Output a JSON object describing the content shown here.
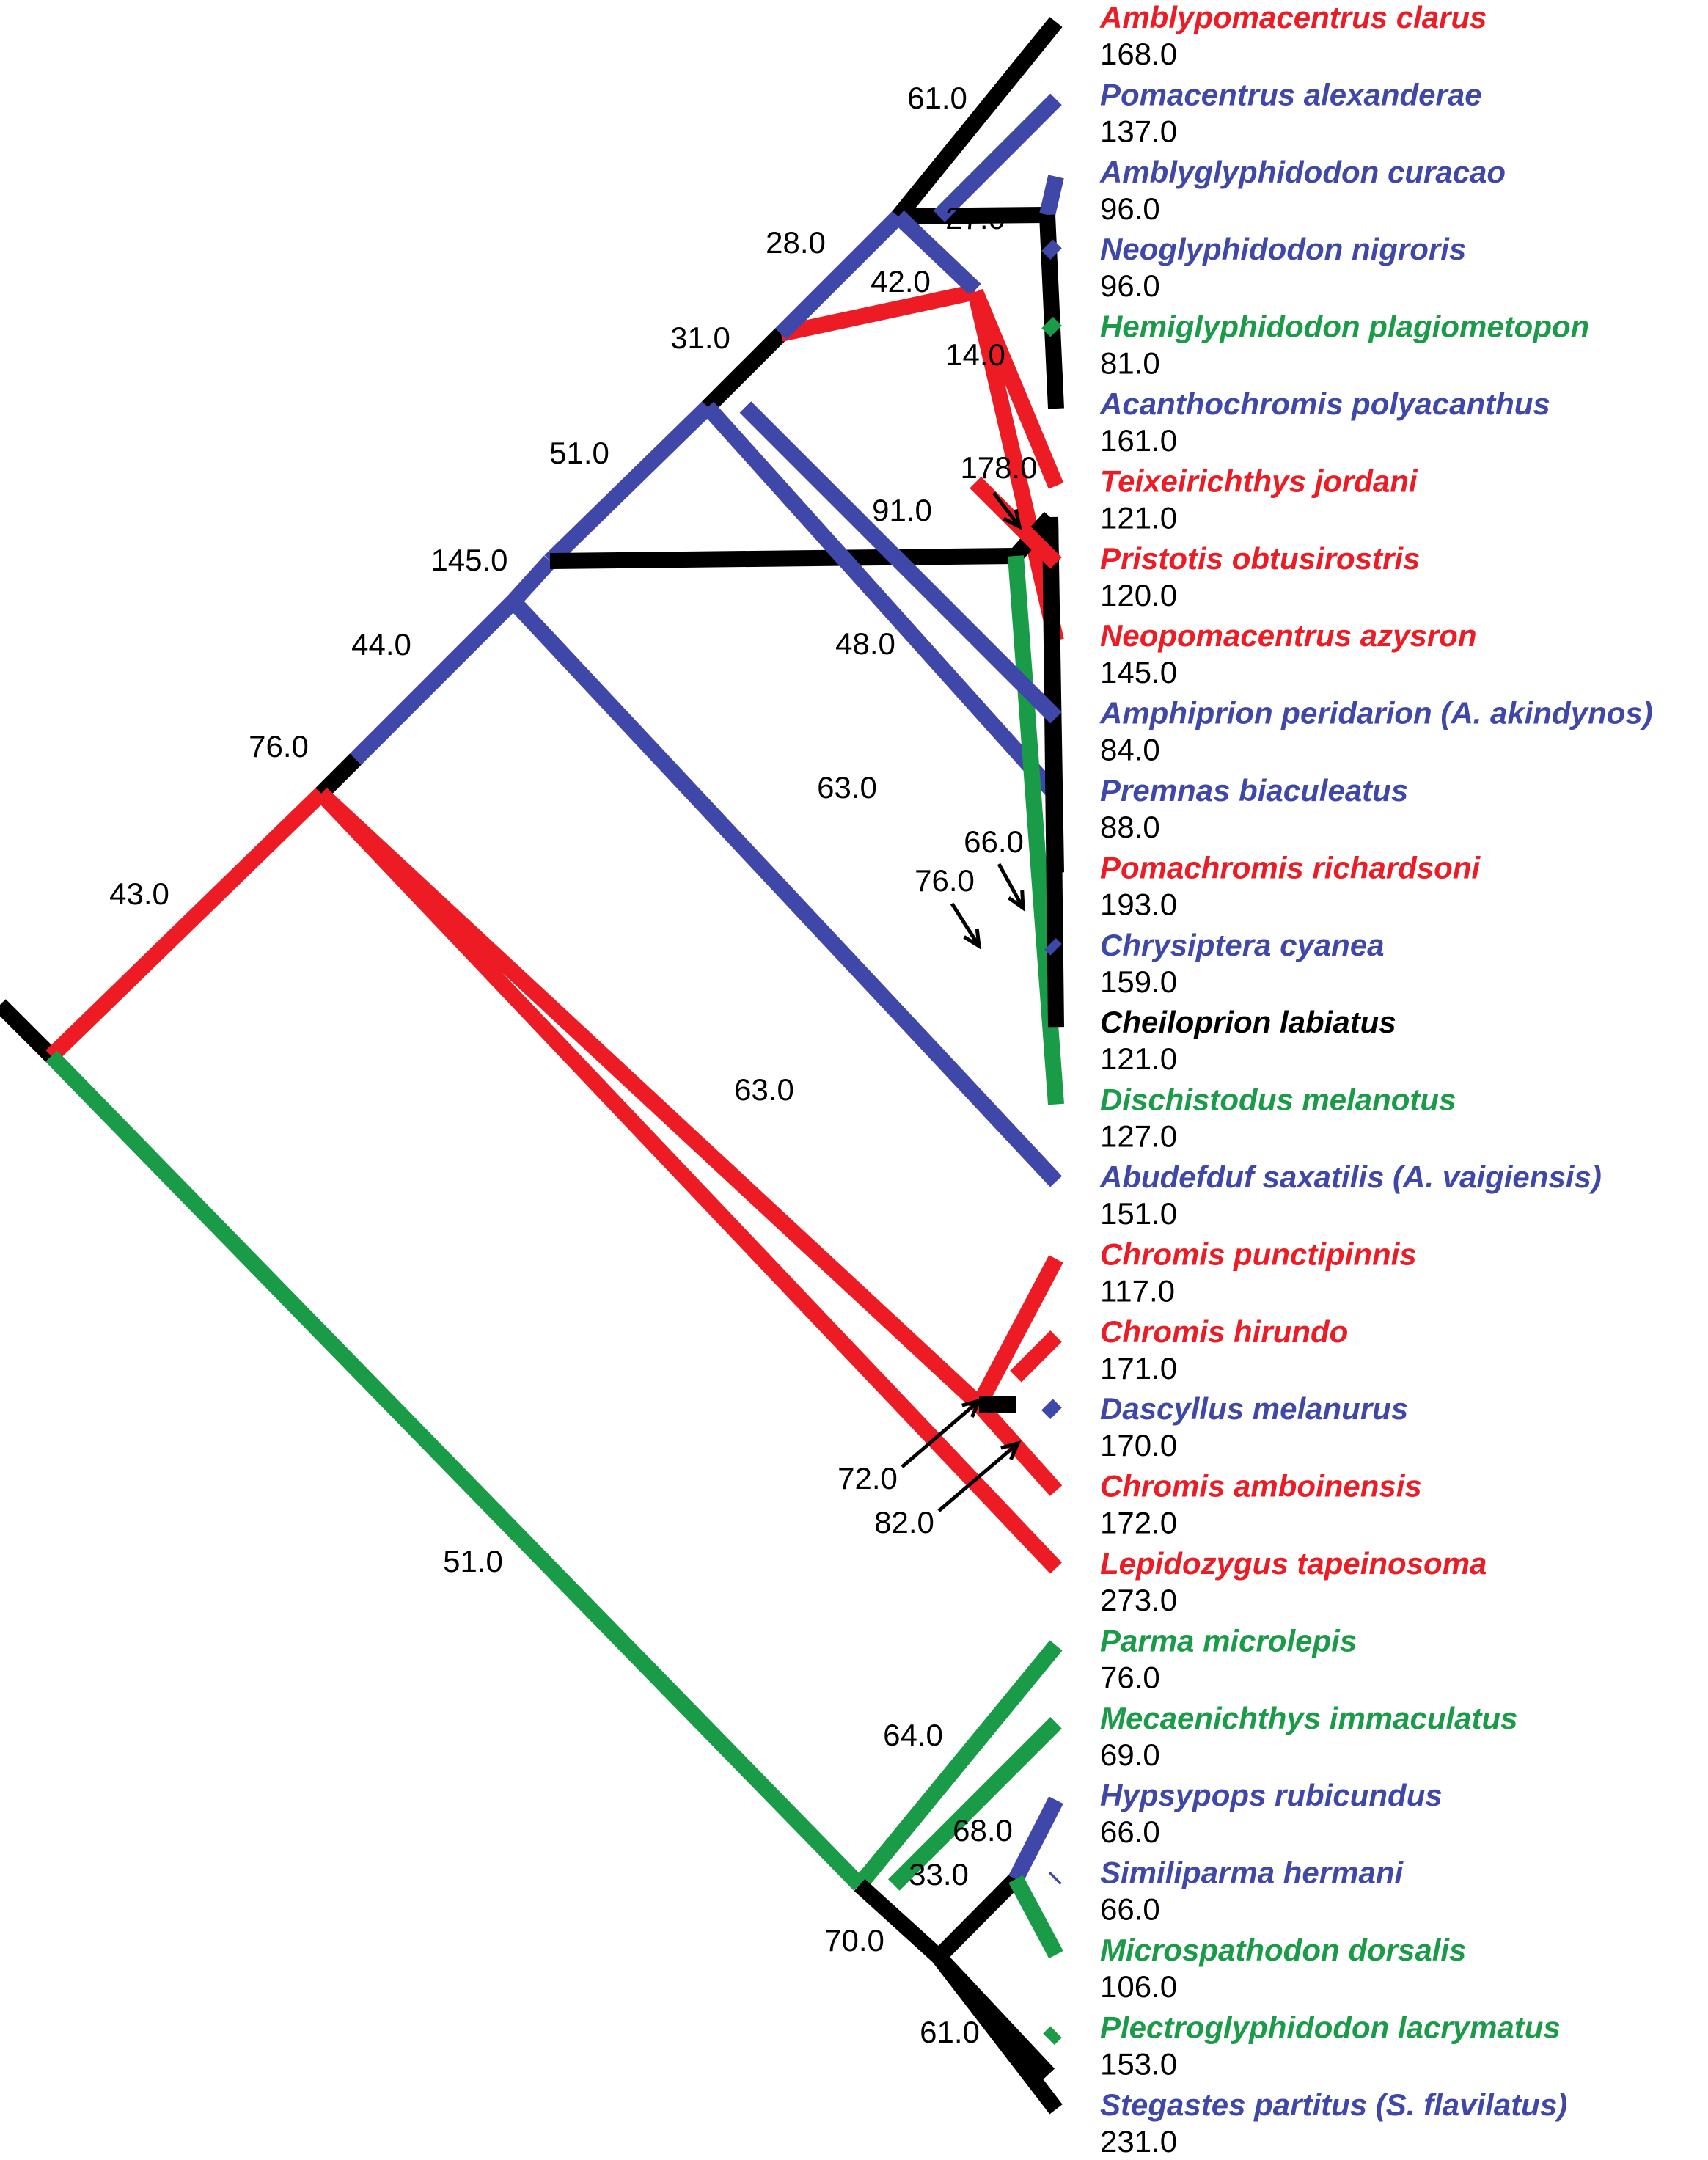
{
  "colors": {
    "red": "#ed1c24",
    "blue": "#3f48a8",
    "green": "#1a9b48",
    "black": "#000000"
  },
  "taxa": [
    {
      "name": "Amblypomacentrus clarus",
      "value": "168.0",
      "color": "red"
    },
    {
      "name": "Pomacentrus alexanderae",
      "value": "137.0",
      "color": "blue"
    },
    {
      "name": "Amblyglyphidodon curacao",
      "value": "96.0",
      "color": "blue"
    },
    {
      "name": "Neoglyphidodon nigroris",
      "value": "96.0",
      "color": "blue"
    },
    {
      "name": "Hemiglyphidodon plagiometopon",
      "value": "81.0",
      "color": "green"
    },
    {
      "name": "Acanthochromis polyacanthus",
      "value": "161.0",
      "color": "blue"
    },
    {
      "name": "Teixeirichthys jordani",
      "value": "121.0",
      "color": "red"
    },
    {
      "name": "Pristotis obtusirostris",
      "value": "120.0",
      "color": "red"
    },
    {
      "name": "Neopomacentrus azysron",
      "value": "145.0",
      "color": "red"
    },
    {
      "name": "Amphiprion peridarion (A. akindynos)",
      "value": "84.0",
      "color": "blue"
    },
    {
      "name": "Premnas biaculeatus",
      "value": "88.0",
      "color": "blue"
    },
    {
      "name": "Pomachromis richardsoni",
      "value": "193.0",
      "color": "red"
    },
    {
      "name": "Chrysiptera cyanea",
      "value": "159.0",
      "color": "blue"
    },
    {
      "name": "Cheiloprion labiatus",
      "value": "121.0",
      "color": "black"
    },
    {
      "name": "Dischistodus melanotus",
      "value": "127.0",
      "color": "green"
    },
    {
      "name": "Abudefduf saxatilis (A. vaigiensis)",
      "value": "151.0",
      "color": "blue"
    },
    {
      "name": "Chromis punctipinnis",
      "value": "117.0",
      "color": "red"
    },
    {
      "name": "Chromis hirundo",
      "value": "171.0",
      "color": "red"
    },
    {
      "name": "Dascyllus melanurus",
      "value": "170.0",
      "color": "blue"
    },
    {
      "name": "Chromis amboinensis",
      "value": "172.0",
      "color": "red"
    },
    {
      "name": "Lepidozygus tapeinosoma",
      "value": "273.0",
      "color": "red"
    },
    {
      "name": "Parma microlepis",
      "value": "76.0",
      "color": "green"
    },
    {
      "name": "Mecaenichthys immaculatus",
      "value": "69.0",
      "color": "green"
    },
    {
      "name": "Hypsypops rubicundus",
      "value": "66.0",
      "color": "blue"
    },
    {
      "name": "Similiparma hermani",
      "value": "66.0",
      "color": "blue"
    },
    {
      "name": "Microspathodon dorsalis",
      "value": "106.0",
      "color": "green"
    },
    {
      "name": "Plectroglyphidodon lacrymatus",
      "value": "153.0",
      "color": "green"
    },
    {
      "name": "Stegastes partitus (S. flavilatus)",
      "value": "231.0",
      "color": "blue"
    }
  ],
  "node_values": [
    "61.0",
    "27.0",
    "28.0",
    "42.0",
    "14.0",
    "31.0",
    "178.0",
    "91.0",
    "51.0",
    "145.0",
    "48.0",
    "44.0",
    "76.0",
    "63.0",
    "66.0",
    "76.0",
    "43.0",
    "63.0",
    "72.0",
    "82.0",
    "51.0",
    "64.0",
    "68.0",
    "33.0",
    "70.0",
    "61.0"
  ]
}
